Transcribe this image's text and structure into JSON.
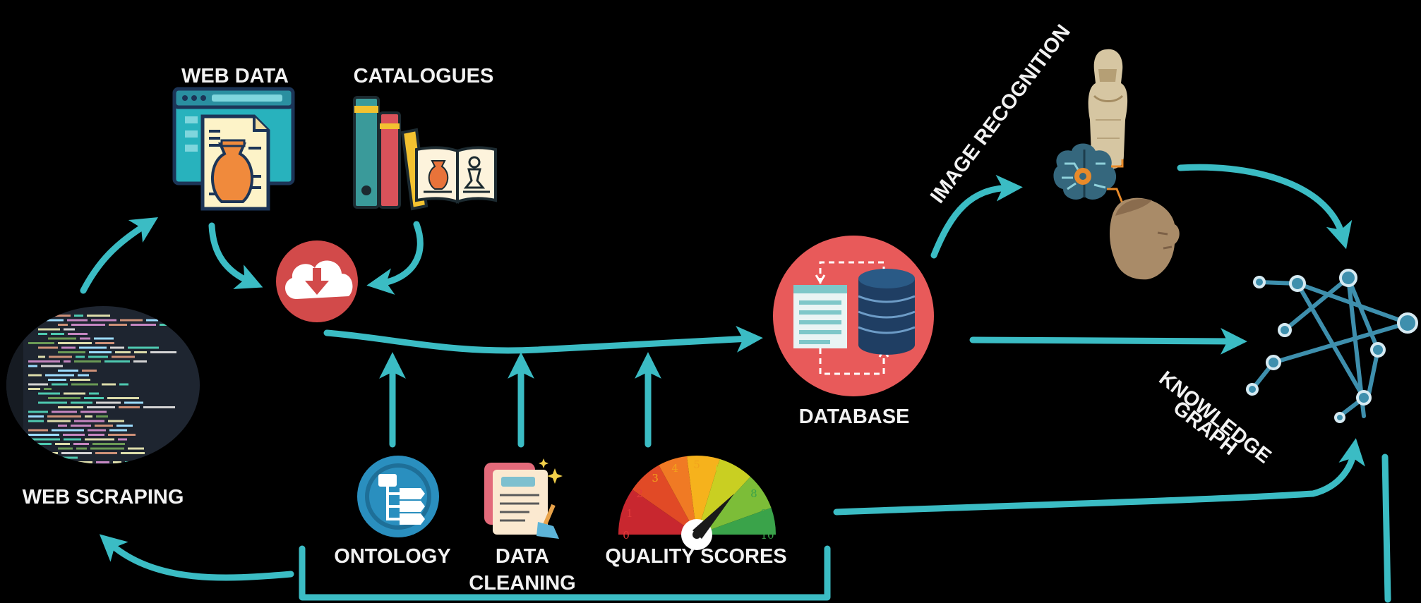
{
  "labels": {
    "web_data": "WEB DATA",
    "catalogues": "CATALOGUES",
    "web_scraping": "WEB SCRAPING",
    "ontology": "ONTOLOGY",
    "data_cleaning_1": "DATA",
    "data_cleaning_2": "CLEANING",
    "quality_scores": "QUALITY SCORES",
    "database": "DATABASE",
    "image_recognition": "IMAGE RECOGNITION",
    "knowledge_graph_1": "KNOWLEDGE",
    "knowledge_graph_2": "GRAPH"
  },
  "gauge_ticks": [
    "0",
    "1",
    "2",
    "3",
    "4",
    "5",
    "6",
    "7",
    "8",
    "9",
    "10"
  ],
  "colors": {
    "arrow": "#3bbcc4",
    "label": "#f2f2f2",
    "red_circle": "#e85a5a",
    "download_circle": "#d24a4a",
    "db_dark": "#1f3e63"
  }
}
